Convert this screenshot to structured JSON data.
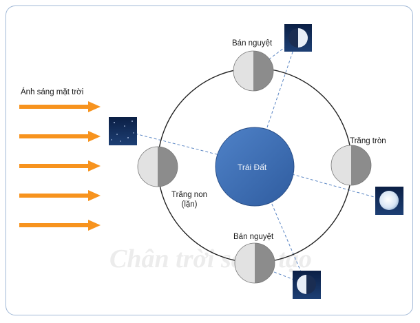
{
  "labels": {
    "sunlight": "Ánh sáng mặt trời",
    "half_moon_top": "Bán nguyệt",
    "full_moon": "Trăng tròn",
    "earth": "Trái Đất",
    "new_moon_line1": "Trăng non",
    "new_moon_line2": "(lặn)",
    "half_moon_bottom": "Bán nguyệt"
  },
  "watermark": "Chân trời sáng tạo",
  "colors": {
    "arrow": "#f7931e",
    "earth": "#3f6fb6",
    "orbit": "#222222",
    "moon_lit": "#e2e2e2",
    "moon_dark": "#8c8c8c",
    "dashed": "#5b86c4",
    "border": "#9fb7d6"
  },
  "icons": [
    "sunlight-arrow-icon",
    "moon-phase-thumbnail-icon"
  ]
}
